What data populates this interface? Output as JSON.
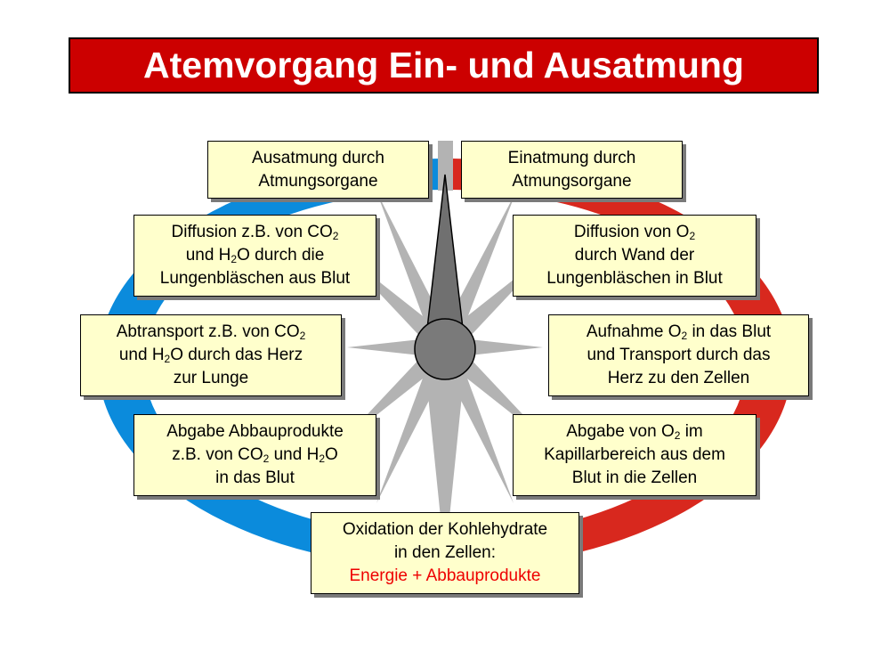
{
  "title": "Atemvorgang Ein- und Ausatmung",
  "colors": {
    "title_bg": "#cc0000",
    "exhale": "#0b8bdc",
    "inhale": "#d8281e",
    "box_bg": "#ffffcc",
    "highlight_text": "#ee0000"
  },
  "boxes": {
    "exhale_organs": [
      "Ausatmung durch",
      "Atmungsorgane"
    ],
    "inhale_organs": [
      "Einatmung durch",
      "Atmungsorgane"
    ],
    "diffusion_co2": [
      {
        "pre": "Diffusion z.B. von CO",
        "sub": "2",
        "post": ""
      },
      {
        "pre": "und H",
        "sub": "2",
        "post": "O durch die"
      },
      {
        "pre": "Lungenbläschen aus Blut",
        "sub": "",
        "post": ""
      }
    ],
    "diffusion_o2": [
      {
        "pre": "Diffusion von O",
        "sub": "2",
        "post": ""
      },
      {
        "pre": "durch Wand der",
        "sub": "",
        "post": ""
      },
      {
        "pre": "Lungenbläschen in Blut",
        "sub": "",
        "post": ""
      }
    ],
    "transport_co2": [
      {
        "pre": "Abtransport z.B. von CO",
        "sub": "2",
        "post": ""
      },
      {
        "pre": "und H",
        "sub": "2",
        "post": "O durch das Herz"
      },
      {
        "pre": "zur Lunge",
        "sub": "",
        "post": ""
      }
    ],
    "uptake_o2": [
      {
        "pre": "Aufnahme O",
        "sub": "2",
        "post": " in das Blut"
      },
      {
        "pre": "und Transport durch das",
        "sub": "",
        "post": ""
      },
      {
        "pre": "Herz zu den Zellen",
        "sub": "",
        "post": ""
      }
    ],
    "waste_release": [
      {
        "pre": "Abgabe Abbauprodukte",
        "sub": "",
        "post": ""
      },
      {
        "pre": "z.B. von CO",
        "sub": "2",
        "post": " und H"
      },
      {
        "pre": "in das Blut",
        "sub": "",
        "post": ""
      }
    ],
    "o2_release": [
      {
        "pre": "Abgabe von O",
        "sub": "2",
        "post": " im"
      },
      {
        "pre": "Kapillarbereich aus dem",
        "sub": "",
        "post": ""
      },
      {
        "pre": "Blut in die Zellen",
        "sub": "",
        "post": ""
      }
    ],
    "oxidation": {
      "line1": "Oxidation der Kohlehydrate",
      "line2": "in den Zellen:",
      "line3": "Energie + Abbauprodukte"
    }
  }
}
